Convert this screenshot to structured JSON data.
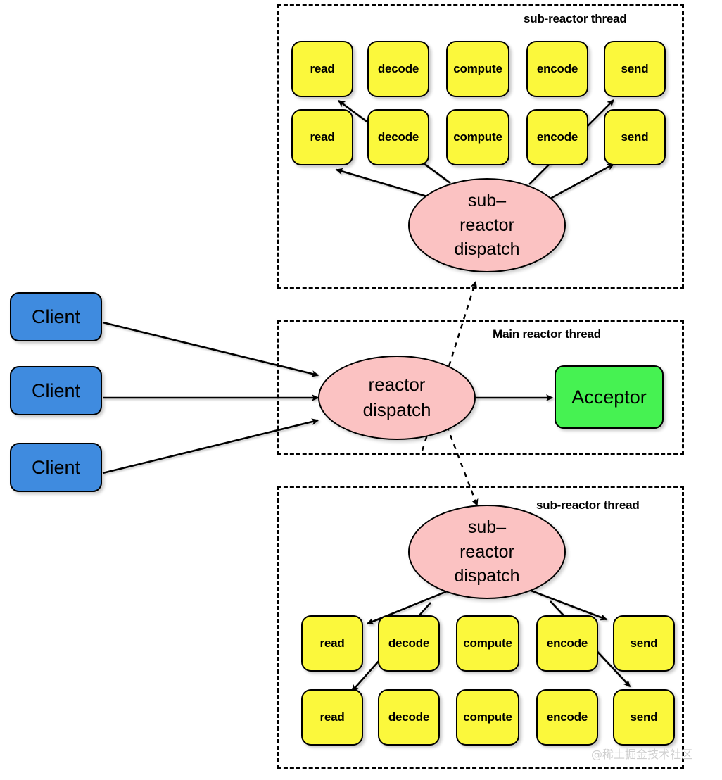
{
  "diagram": {
    "title": "Multi-Reactor (main reactor + sub-reactor threads) architecture",
    "colors": {
      "stage_fill": "#fbf83c",
      "client_fill": "#3f8bdf",
      "acceptor_fill": "#46f252",
      "ellipse_fill": "#fbc2c2",
      "stroke": "#000000",
      "watermark": "#cfcfcf"
    },
    "threads": [
      {
        "id": "sub-reactor-top",
        "label": "sub-reactor thread",
        "dispatch": {
          "lines": [
            "sub–",
            "reactor",
            "dispatch"
          ]
        },
        "stage_rows": [
          [
            "read",
            "decode",
            "compute",
            "encode",
            "send"
          ],
          [
            "read",
            "decode",
            "compute",
            "encode",
            "send"
          ]
        ]
      },
      {
        "id": "main-reactor",
        "label": "Main reactor thread",
        "dispatch": {
          "lines": [
            "reactor",
            "dispatch"
          ]
        },
        "acceptor": "Acceptor"
      },
      {
        "id": "sub-reactor-bottom",
        "label": "sub-reactor thread",
        "dispatch": {
          "lines": [
            "sub–",
            "reactor",
            "dispatch"
          ]
        },
        "stage_rows": [
          [
            "read",
            "decode",
            "compute",
            "encode",
            "send"
          ],
          [
            "read",
            "decode",
            "compute",
            "encode",
            "send"
          ]
        ]
      }
    ],
    "clients": [
      {
        "label": "Client"
      },
      {
        "label": "Client"
      },
      {
        "label": "Client"
      }
    ],
    "watermark": "@稀土掘金技术社区"
  }
}
